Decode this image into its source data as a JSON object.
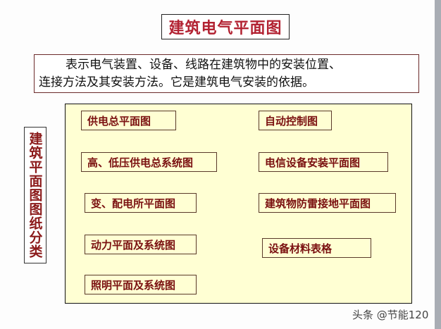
{
  "title": "建筑电气平面图",
  "description": {
    "line1": "表示电气装置、设备、线路在建筑物中的安装位置、",
    "line2": "连接方法及其安装方法。它是建筑电气安装的依据。"
  },
  "side_label": "建筑平面图图纸分类",
  "categories": {
    "left": [
      "供电总平面图",
      "高、低压供电总系统图",
      "变、配电所平面图",
      "动力平面及系统图",
      "照明平面及系统图"
    ],
    "right": [
      "自动控制图",
      "电信设备安装平面图",
      "建筑物防雷接地平面图",
      "设备材料表格"
    ]
  },
  "watermark": "头条 @节能120",
  "colors": {
    "title_text": "#b22232",
    "item_text": "#7a1010",
    "panel_bg": "#ffffd3"
  }
}
